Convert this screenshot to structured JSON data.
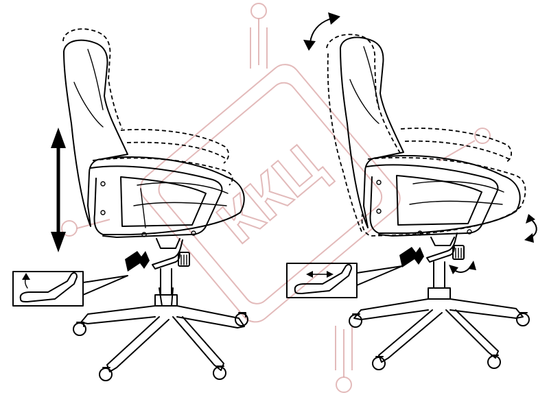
{
  "watermark": {
    "text": "ККЦ",
    "color": "#d9a3a3"
  },
  "figures": [
    {
      "name": "height-adjustment",
      "icons": [
        "vertical-double-arrow-icon",
        "lever-up-arrow-icon",
        "pointer-arrow-icon"
      ]
    },
    {
      "name": "tilt-adjustment",
      "icons": [
        "curved-arrow-icon",
        "lever-horizontal-arrow-icon",
        "pointer-arrow-icon"
      ]
    }
  ]
}
